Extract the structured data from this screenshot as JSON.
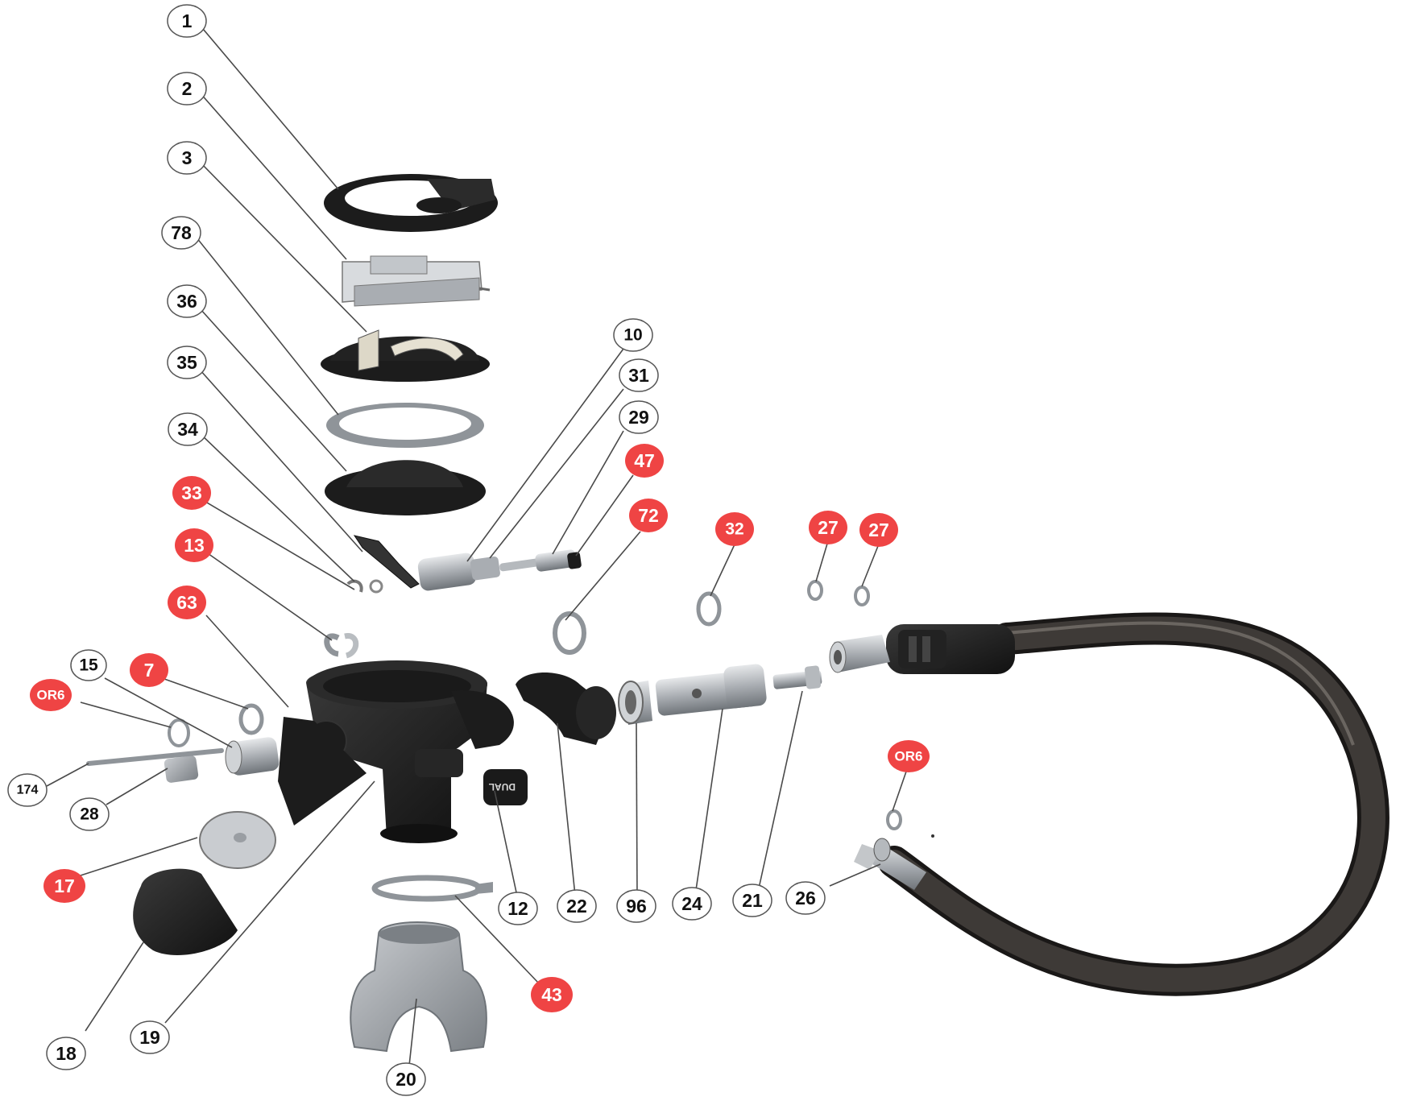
{
  "diagram": {
    "brand_mark": "DUAL",
    "colors": {
      "part_black": "#1c1c1c",
      "part_dark": "#2b2b2b",
      "part_grey": "#9a9ea3",
      "part_light": "#d4d7da",
      "hose": "#2d2a28",
      "leader_line": "#4a4a4a",
      "callout_normal_fill": "#ffffff",
      "callout_normal_stroke": "#555555",
      "callout_normal_text": "#111111",
      "callout_highlight_fill": "#ef4444",
      "callout_highlight_text": "#ffffff"
    },
    "callouts": [
      {
        "id": "c1",
        "label": "1",
        "highlight": false
      },
      {
        "id": "c2",
        "label": "2",
        "highlight": false
      },
      {
        "id": "c3",
        "label": "3",
        "highlight": false
      },
      {
        "id": "c78",
        "label": "78",
        "highlight": false
      },
      {
        "id": "c36",
        "label": "36",
        "highlight": false
      },
      {
        "id": "c35",
        "label": "35",
        "highlight": false
      },
      {
        "id": "c34",
        "label": "34",
        "highlight": false
      },
      {
        "id": "c33",
        "label": "33",
        "highlight": true
      },
      {
        "id": "c13",
        "label": "13",
        "highlight": true
      },
      {
        "id": "c63",
        "label": "63",
        "highlight": true
      },
      {
        "id": "c15",
        "label": "15",
        "highlight": false
      },
      {
        "id": "c7",
        "label": "7",
        "highlight": true
      },
      {
        "id": "cOR6a",
        "label": "OR6",
        "highlight": true
      },
      {
        "id": "c174",
        "label": "174",
        "highlight": false
      },
      {
        "id": "c28",
        "label": "28",
        "highlight": false
      },
      {
        "id": "c17",
        "label": "17",
        "highlight": true
      },
      {
        "id": "c18",
        "label": "18",
        "highlight": false
      },
      {
        "id": "c19",
        "label": "19",
        "highlight": false
      },
      {
        "id": "c20",
        "label": "20",
        "highlight": false
      },
      {
        "id": "c43",
        "label": "43",
        "highlight": true
      },
      {
        "id": "c12",
        "label": "12",
        "highlight": false
      },
      {
        "id": "c22",
        "label": "22",
        "highlight": false
      },
      {
        "id": "c96",
        "label": "96",
        "highlight": false
      },
      {
        "id": "c24",
        "label": "24",
        "highlight": false
      },
      {
        "id": "c21",
        "label": "21",
        "highlight": false
      },
      {
        "id": "c26",
        "label": "26",
        "highlight": false
      },
      {
        "id": "c10",
        "label": "10",
        "highlight": false
      },
      {
        "id": "c31",
        "label": "31",
        "highlight": false
      },
      {
        "id": "c29",
        "label": "29",
        "highlight": false
      },
      {
        "id": "c47",
        "label": "47",
        "highlight": true
      },
      {
        "id": "c72",
        "label": "72",
        "highlight": true
      },
      {
        "id": "c32",
        "label": "32",
        "highlight": true
      },
      {
        "id": "c27a",
        "label": "27",
        "highlight": true
      },
      {
        "id": "c27b",
        "label": "27",
        "highlight": true
      },
      {
        "id": "cOR6b",
        "label": "OR6",
        "highlight": true
      }
    ]
  }
}
